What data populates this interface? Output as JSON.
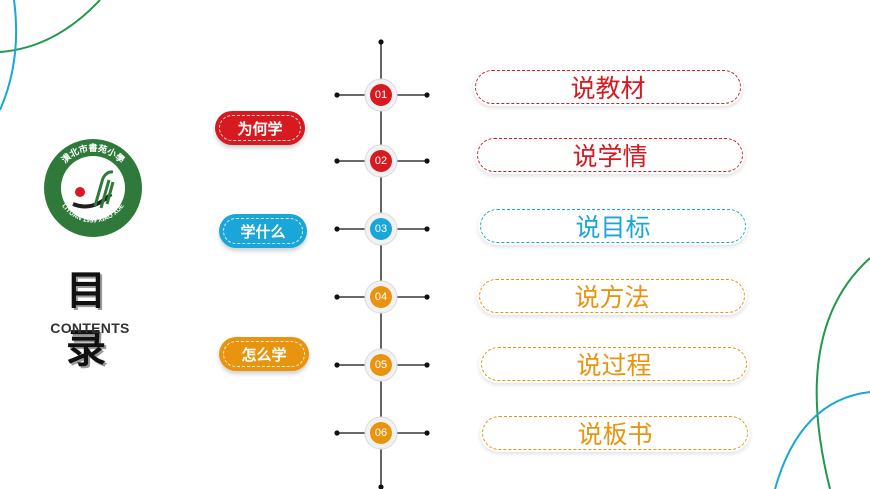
{
  "sidebar": {
    "title": "目 录",
    "subtitle": "CONTENTS",
    "logo": {
      "top_text": "潢北市書苑小學",
      "bottom_text": "LIYUAN 1999 XIAO XUE"
    }
  },
  "sections": [
    {
      "label": "为何学",
      "color": "#d71920"
    },
    {
      "label": "学什么",
      "color": "#1aa6d8"
    },
    {
      "label": "怎么学",
      "color": "#e8940f"
    }
  ],
  "items": [
    {
      "num": "01",
      "label": "说教材",
      "color": "#d71920"
    },
    {
      "num": "02",
      "label": "说学情",
      "color": "#d71920"
    },
    {
      "num": "03",
      "label": "说目标",
      "color": "#1aa6d8"
    },
    {
      "num": "04",
      "label": "说方法",
      "color": "#e8940f"
    },
    {
      "num": "05",
      "label": "说过程",
      "color": "#e8940f"
    },
    {
      "num": "06",
      "label": "说板书",
      "color": "#e8940f"
    }
  ],
  "colors": {
    "green": "#1f9a4a",
    "blue": "#1aa6d8",
    "red": "#d71920",
    "orange": "#e8940f"
  }
}
